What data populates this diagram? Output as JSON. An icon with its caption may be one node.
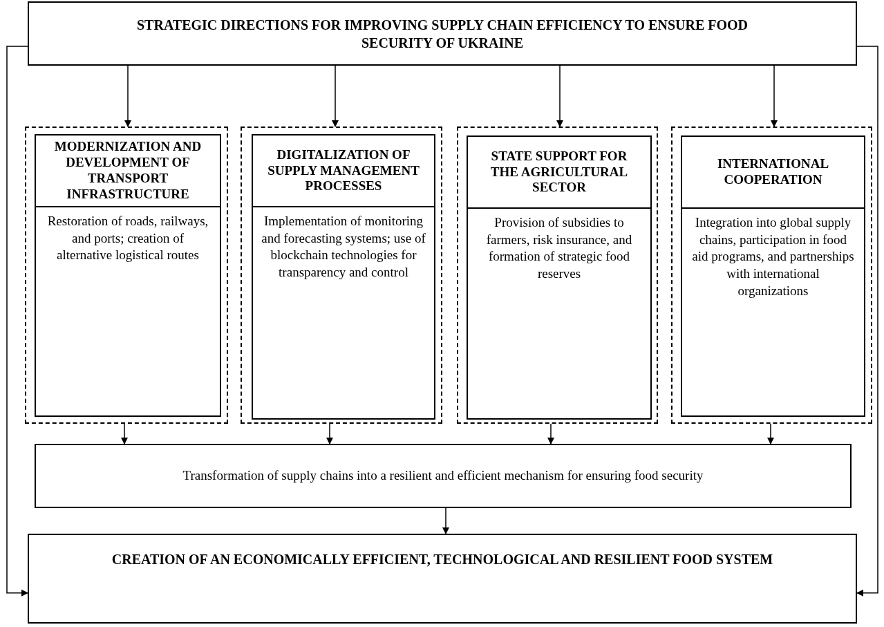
{
  "diagram": {
    "nodes": [
      {
        "text": [
          "STRATEGIC DIRECTIONS FOR IMPROVING SUPPLY CHAIN EFFICIENCY TO ENSURE FOOD SECURITY OF UKRAINE"
        ]
      },
      {
        "text": [],
        "shape": "box"
      },
      {
        "text": [
          "MODERNIZATION AND DEVELOPMENT OF TRANSPORT INFRASTRUCTURE",
          "Restoration of roads, railways, and ports; creation of alternative logistical routes"
        ],
        "in": 1
      },
      {
        "text": [],
        "shape": "box"
      },
      {
        "text": [
          "DIGITALIZATION OF SUPPLY MANAGEMENT PROCESSES",
          "Implementation of monitoring and forecasting systems; use of blockchain technologies for transparency and control"
        ],
        "in": 3
      },
      {
        "text": [],
        "shape": "box"
      },
      {
        "text": [
          "STATE SUPPORT FOR THE AGRICULTURAL SECTOR",
          "Provision of subsidies to farmers, risk insurance, and formation of strategic food reserves"
        ],
        "in": 5
      },
      {
        "text": [],
        "shape": "box"
      },
      {
        "text": [
          "INTERNATIONAL COOPERATION",
          "Integration into global supply chains, participation in food aid programs, and partnerships with international organizations"
        ],
        "in": 7
      },
      {
        "text": [
          "Transformation of supply chains into a resilient and efficient mechanism for ensuring food security"
        ]
      },
      {
        "text": [
          "CREATION OF AN ECONOMICALLY EFFICIENT, TECHNOLOGICAL AND RESILIENT FOOD SYSTEM"
        ]
      }
    ],
    "edges": [
      {
        "from": 0,
        "to": 1,
        "arrow": "to"
      },
      {
        "from": 0,
        "to": 3,
        "arrow": "to"
      },
      {
        "from": 0,
        "to": 5,
        "arrow": "to"
      },
      {
        "from": 0,
        "to": 7,
        "arrow": "to"
      },
      {
        "from": 1,
        "to": 9,
        "arrow": "to"
      },
      {
        "from": 3,
        "to": 9,
        "arrow": "to"
      },
      {
        "from": 5,
        "to": 9,
        "arrow": "to"
      },
      {
        "from": 7,
        "to": 9,
        "arrow": "to"
      },
      {
        "from": 9,
        "to": 10,
        "arrow": "to"
      },
      {
        "from": 0,
        "to": 10,
        "arrow": "to"
      },
      {
        "from": 0,
        "to": 10,
        "arrow": "to"
      }
    ]
  }
}
